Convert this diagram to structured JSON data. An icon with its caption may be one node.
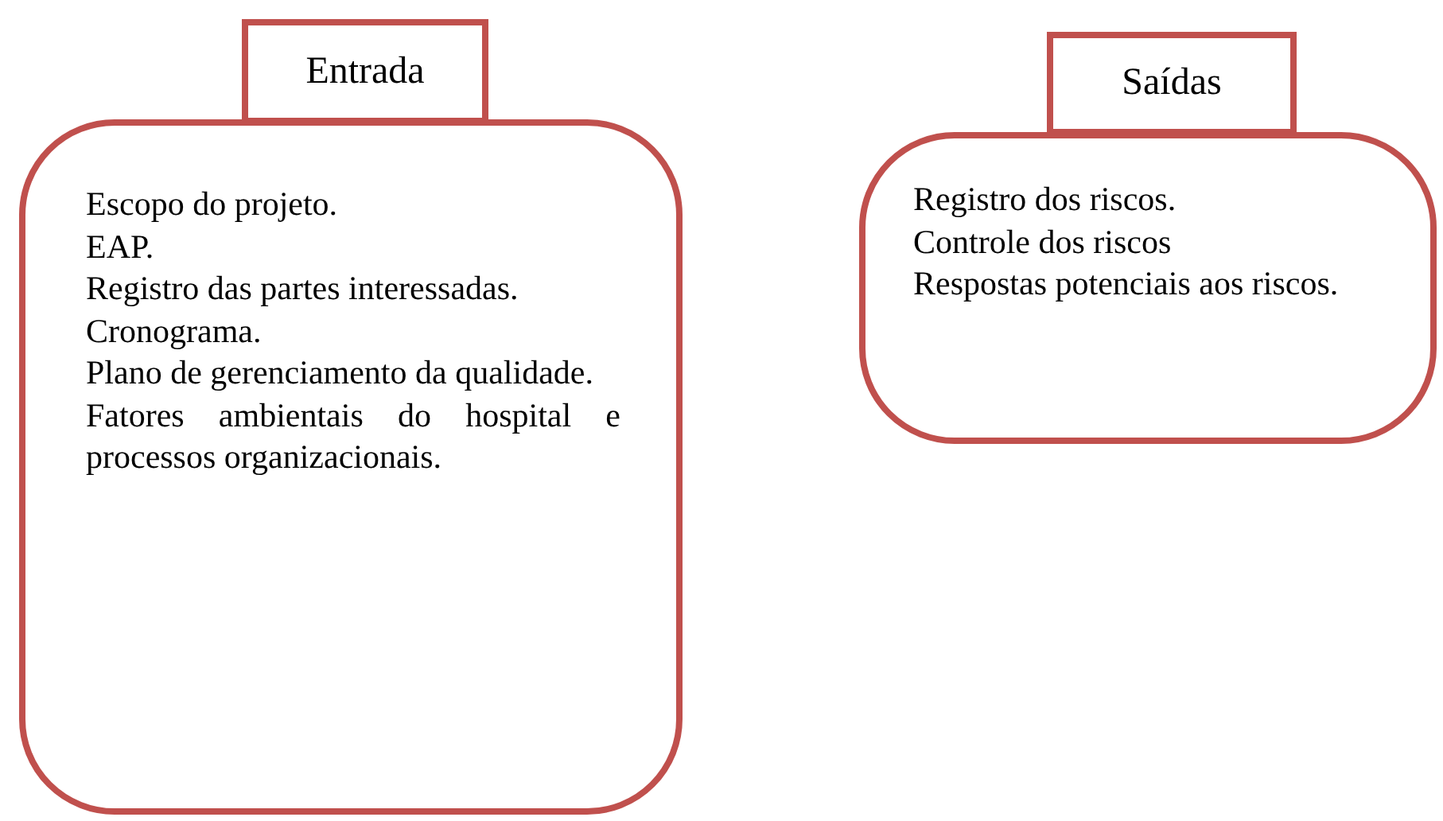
{
  "diagram": {
    "nodes": [
      {
        "text": [
          "Entrada"
        ]
      },
      {
        "text": [
          "Escopo do projeto.",
          "EAP.",
          "Registro das partes interessadas.",
          "Cronograma.",
          "Plano de gerenciamento da qualidade.",
          "Fatores ambientais do hospital e processos organizacionais."
        ]
      },
      {
        "text": [
          "Saídas"
        ]
      },
      {
        "text": [
          "Registro dos riscos.",
          "Controle dos riscos",
          "Respostas potenciais aos riscos."
        ]
      }
    ]
  }
}
